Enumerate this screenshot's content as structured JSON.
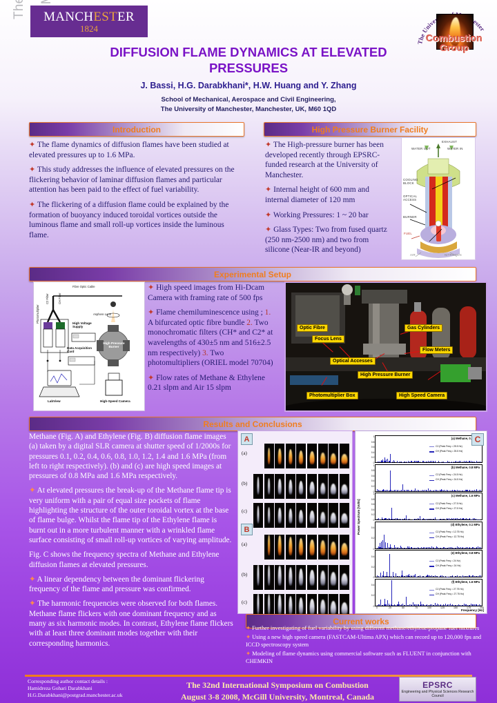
{
  "header": {
    "university_strip": "The University\nof Manchester",
    "logo": {
      "name_before": "MANCH",
      "name_mid": "EST",
      "name_after": "ER",
      "year": "1824"
    },
    "combustion_logo": {
      "arc_text": "The University of Manchester",
      "line1": "Combustion",
      "line2": "Group"
    },
    "title": "DIFFUSION FLAME DYNAMICS AT ELEVATED PRESSURES",
    "authors": "J. Bassi, H.G. Darabkhani*, H.W. Huang and Y. Zhang",
    "affiliation_line1": "School of Mechanical, Aerospace and Civil Engineering,",
    "affiliation_line2": "The University of Manchester, Manchester, UK, M60 1QD"
  },
  "sections": {
    "introduction": {
      "heading": "Introduction",
      "bullets": [
        "The flame dynamics of diffusion flames have been studied at elevated pressures up to 1.6 MPa.",
        "This study addresses the influence of elevated pressures on the flickering behavior of laminar diffusion flames and particular attention has been paid to the effect of fuel variability.",
        "The flickering of a diffusion flame could be explained by the formation of buoyancy induced toroidal vortices outside the luminous flame and small roll-up vortices inside the luminous flame."
      ]
    },
    "burner_facility": {
      "heading": "High Pressure Burner Facility",
      "bullets": [
        "The High-pressure burner has been developed recently through EPSRC-funded research at the University of Manchester.",
        "Internal height of 600 mm and internal diameter of 120 mm",
        "Working Pressures: 1 ~ 20 bar",
        "Glass Types: Two from fused quartz (250 nm-2500 nm) and two from silicone (Near-IR and beyond)"
      ],
      "diagram_labels": [
        "EXHAUST",
        "WATER OUT",
        "WATER IN",
        "COOLING BLOCK",
        "OPTICAL ACCESS",
        "BURNER",
        "FUEL",
        "AIR",
        "NITROGEN"
      ]
    },
    "experimental_setup": {
      "heading": "Experimental Setup",
      "schematic_labels": [
        "Fibre Optic Cable",
        "Asphere Lens",
        "High Voltage Supply",
        "High Pressure Burner",
        "Data Acquisition Card",
        "LabView",
        "High-Speed Camera",
        "Photomultiplier",
        "C2 Filter",
        "CH Filter"
      ],
      "bullets": [
        "High speed images from Hi-Dcam Camera with framing rate of 500 fps",
        "Flame chemiluminescence using ;",
        "Flow rates of Methane & Ethylene 0.21 slpm and Air 15 slpm"
      ],
      "numbered": [
        {
          "n": "1.",
          "text": "A bifurcated optic fibre bundle"
        },
        {
          "n": "2.",
          "text": "Two monochromatic filters (CH* and C2* at wavelengths of 430±5 nm and 516±2.5 nm respectively)"
        },
        {
          "n": "3.",
          "text": "Two photomultipliers (ORIEL model 70704)"
        }
      ],
      "photo_callouts": [
        "Optic Fibre",
        "Focus Lens",
        "Optical Accesses",
        "High Pressure Burner",
        "Photomultiplier Box",
        "Gas Cylinders",
        "Flow Meters",
        "High Speed Camera"
      ]
    },
    "results": {
      "heading": "Results and Conclusions",
      "paragraphs": [
        "Methane (Fig. A) and Ethylene (Fig. B) diffusion flame images (a) taken by a digital SLR camera at shutter speed of 1/2000s for pressures 0.1, 0.2, 0.4, 0.6, 0.8, 1.0, 1.2, 1.4 and 1.6 MPa (from left to right respectively). (b) and (c) are high speed images at pressures of 0.8 MPa and 1.6 MPa respectively.",
        "At elevated pressures the break-up of the Methane flame tip is very uniform with a pair of equal size pockets of flame highlighting the structure of the outer toroidal vortex at the base of flame bulge. Whilst the flame tip of the Ethylene flame is burnt out in a more turbulent manner with a wrinkled flame surface consisting of small roll-up vortices of varying amplitude.",
        "Fig. C shows the frequency spectra of Methane and Ethylene diffusion flames at elevated pressures.",
        "A linear dependency between the dominant flickering frequency of the flame and pressure was confirmed.",
        "The harmonic frequencies were observed for both flames. Methane flame flickers with one dominant frequency and as many as six harmonic modes. In contrast, Ethylene flame flickers with at least three dominant modes together with their corresponding harmonics."
      ],
      "fig_a_label": "A",
      "fig_b_label": "B",
      "fig_c_label": "C",
      "row_labels": [
        "(a)",
        "(b)",
        "(c)"
      ]
    },
    "current_works": {
      "heading": "Current works",
      "bullets": [
        "Further investigating of fuel variability by using different methane/ethylene/propane fuel mixtures",
        "Using a new high speed camera (FASTCAM-Ultima APX) which can record up to 120,000 fps and ICCD spectroscopy system",
        "Modeling of flame dynamics using commercial software such as FLUENT in conjunction with CHEMKIN"
      ]
    }
  },
  "footer": {
    "contact_title": "Corresponding author contact details :",
    "contact_name": "Hamidreza Gohari Darabkhani",
    "contact_email": "H.G.Darabkhani@postgrad.manchester.ac.uk",
    "conference_line1": "The 32nd International Symposium on Combustion",
    "conference_line2": "August 3-8 2008, McGill University, Montreal, Canada",
    "epsrc_title": "EPSRC",
    "epsrc_sub": "Engineering and Physical Sciences Research Council"
  },
  "colors": {
    "brand_purple": "#672d91",
    "title_purple": "#7a13c6",
    "accent_orange": "#f07d1e",
    "callout_yellow": "#ffd700",
    "spectrum_blue": "#2323b8"
  },
  "chart_data": {
    "type": "line",
    "title": "Frequency spectra of Methane and Ethylene diffusion flames",
    "xlabel": "Frequency [Hz]",
    "ylabel": "Power Spectrum [Volts]",
    "xlim": [
      0,
      200
    ],
    "xticks": [
      0,
      25,
      50,
      75,
      100,
      125,
      150,
      175,
      200
    ],
    "grid": false,
    "legend_position": "inside-right",
    "panels": [
      {
        "id": "a",
        "title": "(a) Methane, 0.1 MPa",
        "ylim": [
          0,
          1
        ],
        "yticks": [
          0,
          0.2,
          0.4,
          0.6,
          0.8,
          1
        ],
        "legend": [
          "C2 (Peak Freq = 25.5 Hz)",
          "CH (Peak Freq = 25.5 Hz)"
        ],
        "peak_freq_hz": 25.5,
        "peaks": [
          [
            8,
            0.07
          ],
          [
            11,
            0.12
          ],
          [
            14,
            0.18
          ],
          [
            17,
            0.1
          ],
          [
            20,
            0.14
          ],
          [
            25.5,
            0.32
          ],
          [
            31,
            0.09
          ],
          [
            38,
            0.05
          ],
          [
            51,
            0.04
          ],
          [
            76,
            0.03
          ]
        ]
      },
      {
        "id": "b",
        "title": "(b) Methane, 0.8 MPa",
        "ylim": [
          0,
          1
        ],
        "yticks": [
          0,
          0.2,
          0.4,
          0.6,
          0.8,
          1
        ],
        "legend": [
          "C2 (Peak Freq = 24.5 Hz)",
          "CH (Peak Freq = 24.5 Hz)"
        ],
        "peak_freq_hz": 24.5,
        "peaks": [
          [
            12,
            0.06
          ],
          [
            24.5,
            0.8
          ],
          [
            49,
            0.26
          ],
          [
            73,
            0.1
          ],
          [
            98,
            0.09
          ],
          [
            122,
            0.07
          ],
          [
            147,
            0.05
          ],
          [
            171,
            0.04
          ]
        ]
      },
      {
        "id": "c",
        "title": "(c) Methane, 1.6 MPa",
        "ylim": [
          0,
          1
        ],
        "yticks": [
          0,
          0.2,
          0.4,
          0.6,
          0.8,
          1
        ],
        "legend": [
          "C2 (Peak Freq = 27.5 Hz)",
          "CH (Peak Freq = 27.5 Hz)"
        ],
        "peak_freq_hz": 27.5,
        "peaks": [
          [
            9,
            0.07
          ],
          [
            14,
            0.06
          ],
          [
            27.5,
            0.47
          ],
          [
            55,
            0.16
          ],
          [
            82,
            0.13
          ],
          [
            110,
            0.09
          ],
          [
            137,
            0.06
          ],
          [
            165,
            0.05
          ]
        ]
      },
      {
        "id": "d",
        "title": "(d) Ethylene, 0.1 MPa",
        "ylim": [
          0,
          0.5
        ],
        "yticks": [
          0,
          0.2,
          0.4
        ],
        "legend": [
          "C2 (Peak Freq = 12.75 Hz)",
          "CH (Peak Freq = 12.75 Hz)"
        ],
        "peak_freq_hz": 12.75,
        "peaks": [
          [
            5,
            0.1
          ],
          [
            8,
            0.13
          ],
          [
            10,
            0.16
          ],
          [
            12.75,
            0.27
          ],
          [
            16,
            0.12
          ],
          [
            20,
            0.1
          ],
          [
            25,
            0.08
          ],
          [
            33,
            0.06
          ],
          [
            45,
            0.05
          ],
          [
            60,
            0.04
          ]
        ]
      },
      {
        "id": "e",
        "title": "(e) Ethylene, 0.8 MPa",
        "ylim": [
          0,
          0.5
        ],
        "yticks": [
          0,
          0.2,
          0.4
        ],
        "legend": [
          "C2 (Peak Freq = 24 Hz)",
          "CH (Peak Freq = 24 Hz)"
        ],
        "peak_freq_hz": 24,
        "peaks": [
          [
            6,
            0.08
          ],
          [
            12,
            0.11
          ],
          [
            18,
            0.09
          ],
          [
            24,
            0.45
          ],
          [
            30,
            0.1
          ],
          [
            36,
            0.07
          ],
          [
            48,
            0.12
          ],
          [
            60,
            0.06
          ],
          [
            72,
            0.05
          ],
          [
            96,
            0.04
          ]
        ]
      },
      {
        "id": "f",
        "title": "(f) Ethylene, 1.6 MPa",
        "ylim": [
          0,
          0.5
        ],
        "yticks": [
          0,
          0.2,
          0.4
        ],
        "legend": [
          "C2 (Peak Freq = 27.75 Hz)",
          "CH (Peak Freq = 27.75 Hz)"
        ],
        "peak_freq_hz": 27.75,
        "peaks": [
          [
            7,
            0.11
          ],
          [
            14,
            0.13
          ],
          [
            20,
            0.1
          ],
          [
            27.75,
            0.5
          ],
          [
            41,
            0.08
          ],
          [
            55,
            0.17
          ],
          [
            69,
            0.06
          ],
          [
            83,
            0.07
          ],
          [
            111,
            0.05
          ],
          [
            139,
            0.04
          ],
          [
            166,
            0.03
          ]
        ]
      }
    ],
    "series_colors": {
      "C2": "#7a7ad6",
      "CH": "#2323b8"
    }
  },
  "flame_grid": {
    "fig_a": {
      "label": "A",
      "fuel": "Methane",
      "rows": [
        "(a)",
        "(b)",
        "(c)"
      ],
      "columns": 9
    },
    "fig_b": {
      "label": "B",
      "fuel": "Ethylene",
      "rows": [
        "(a)",
        "(b)",
        "(c)"
      ],
      "columns": 9
    },
    "pressures_mpa": [
      0.1,
      0.2,
      0.4,
      0.6,
      0.8,
      1.0,
      1.2,
      1.4,
      1.6
    ]
  }
}
